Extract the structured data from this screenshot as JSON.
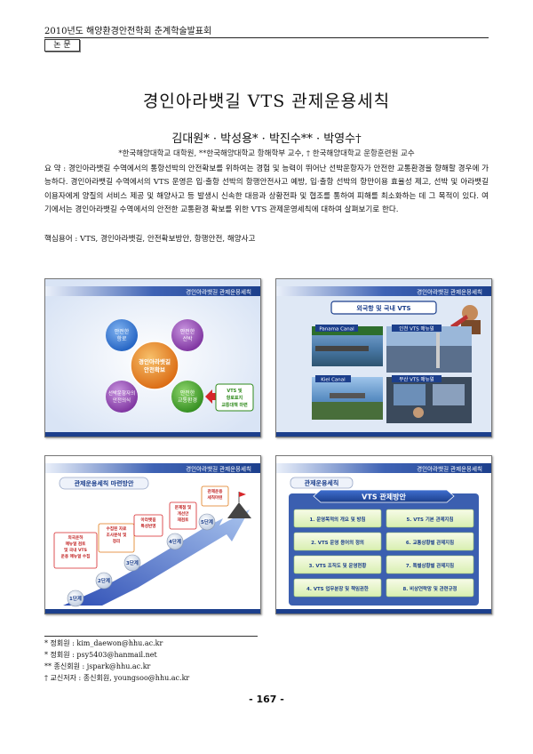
{
  "header": {
    "conference": "2010년도 해양환경안전학회 춘계학술발표회",
    "section_tag": "논 문"
  },
  "title": "경인아라뱃길 VTS 관제운용세칙",
  "authors": "김대원* · 박성용* · 박진수** · 박영수†",
  "affiliations": "*한국해양대학교 대학원, **한국해양대학교 항해학부 교수, † 한국해양대학교 운항훈련원 교수",
  "abstract": {
    "label": "요 약",
    "text": "요 약 : 경인아라뱃길 수역에서의 통항선박의 안전확보를 위하여는 경험 및 능력이 뛰어난 선박운항자가 안전한 교통환경을 향해할 경우에 가능하다. 경인아라뱃길 수역에서의 VTS 운영은 입·출항 선박의 항행안전사고 예방, 입·출항 선박의 항만이용 효율성 제고, 선박 및 아라뱃길 이용자에게 양질의 서비스 제공 및 해양사고 등 발생시 신속한 대응과 상황전파 및 협조를 통하여 피해를 최소화하는 데 그 목적이 있다. 여기에서는 경인아라뱃길 수역에서의 안전한 교통환경 확보를 위한 VTS 관제운영세칙에 대하여 살펴보기로 한다."
  },
  "keywords": "핵심용어 : VTS, 경인아라뱃길, 안전확보방안, 항행안전, 해양사고",
  "slides": {
    "header_label": "경인아라뱃길 관제운용세칙",
    "s1": {
      "center": [
        "경인아라뱃길",
        "안전확보"
      ],
      "top_left": [
        "안전한",
        "항로"
      ],
      "top_right": [
        "안전한",
        "선박"
      ],
      "bottom_left": [
        "선박운항자의",
        "안전의식"
      ],
      "bottom_right": [
        "안전한",
        "교통환경"
      ],
      "callout": [
        "VTS 및",
        "항로표지",
        "교통대책 마련"
      ]
    },
    "s2": {
      "banner": "외국항 및 국내 VTS",
      "photos": [
        "Panama Canal",
        "인천 VTS 매뉴얼",
        "Kiel Canal",
        "부산 VTS 매뉴얼"
      ]
    },
    "s3": {
      "banner": "관제운용세칙 마련방안",
      "steps": [
        "1단계",
        "2단계",
        "3단계",
        "4단계",
        "5단계"
      ],
      "boxes": [
        [
          "외국운하",
          "매뉴얼 검토",
          "및 국내 VTS",
          "운용 매뉴얼 수집"
        ],
        [
          "수집된 자료",
          "조사분석 및",
          "정리"
        ],
        [
          "아라뱃길",
          "특성반영"
        ],
        [
          "문제점 및",
          "개선안",
          "재검토"
        ],
        [
          "관제운용",
          "세칙마련"
        ]
      ]
    },
    "s4": {
      "banner": "관제운용세칙",
      "ribbon": "VTS 관제방안",
      "items": [
        "1. 운영목적의 개요 및 방침",
        "5. VTS 기본 관제지침",
        "2. VTS 운영 용어의 정의",
        "6. 교통상황별 관제지침",
        "3. VTS 조직도 및 운영현황",
        "7. 특별상황별 관제지침",
        "4. VTS 업무분장 및 책임권한",
        "8. 비상연락망 및 관련규정"
      ]
    }
  },
  "footnotes": [
    "* 정회원 : kim_daewon@hhu.ac.kr",
    "* 정회원 : psy5403@hanmail.net",
    "** 종신회원 : jspark@hhu.ac.kr",
    "† 교신저자 : 종신회원, youngsoo@hhu.ac.kr"
  ],
  "page_number": "- 167 -",
  "colors": {
    "slide_header": "#1c3f8c",
    "slide_bg": "#dfe8f5",
    "accent_green": "#2f8a1c",
    "accent_red": "#d6262a",
    "orange": "#e07a18",
    "purple": "#8a3fa8"
  }
}
